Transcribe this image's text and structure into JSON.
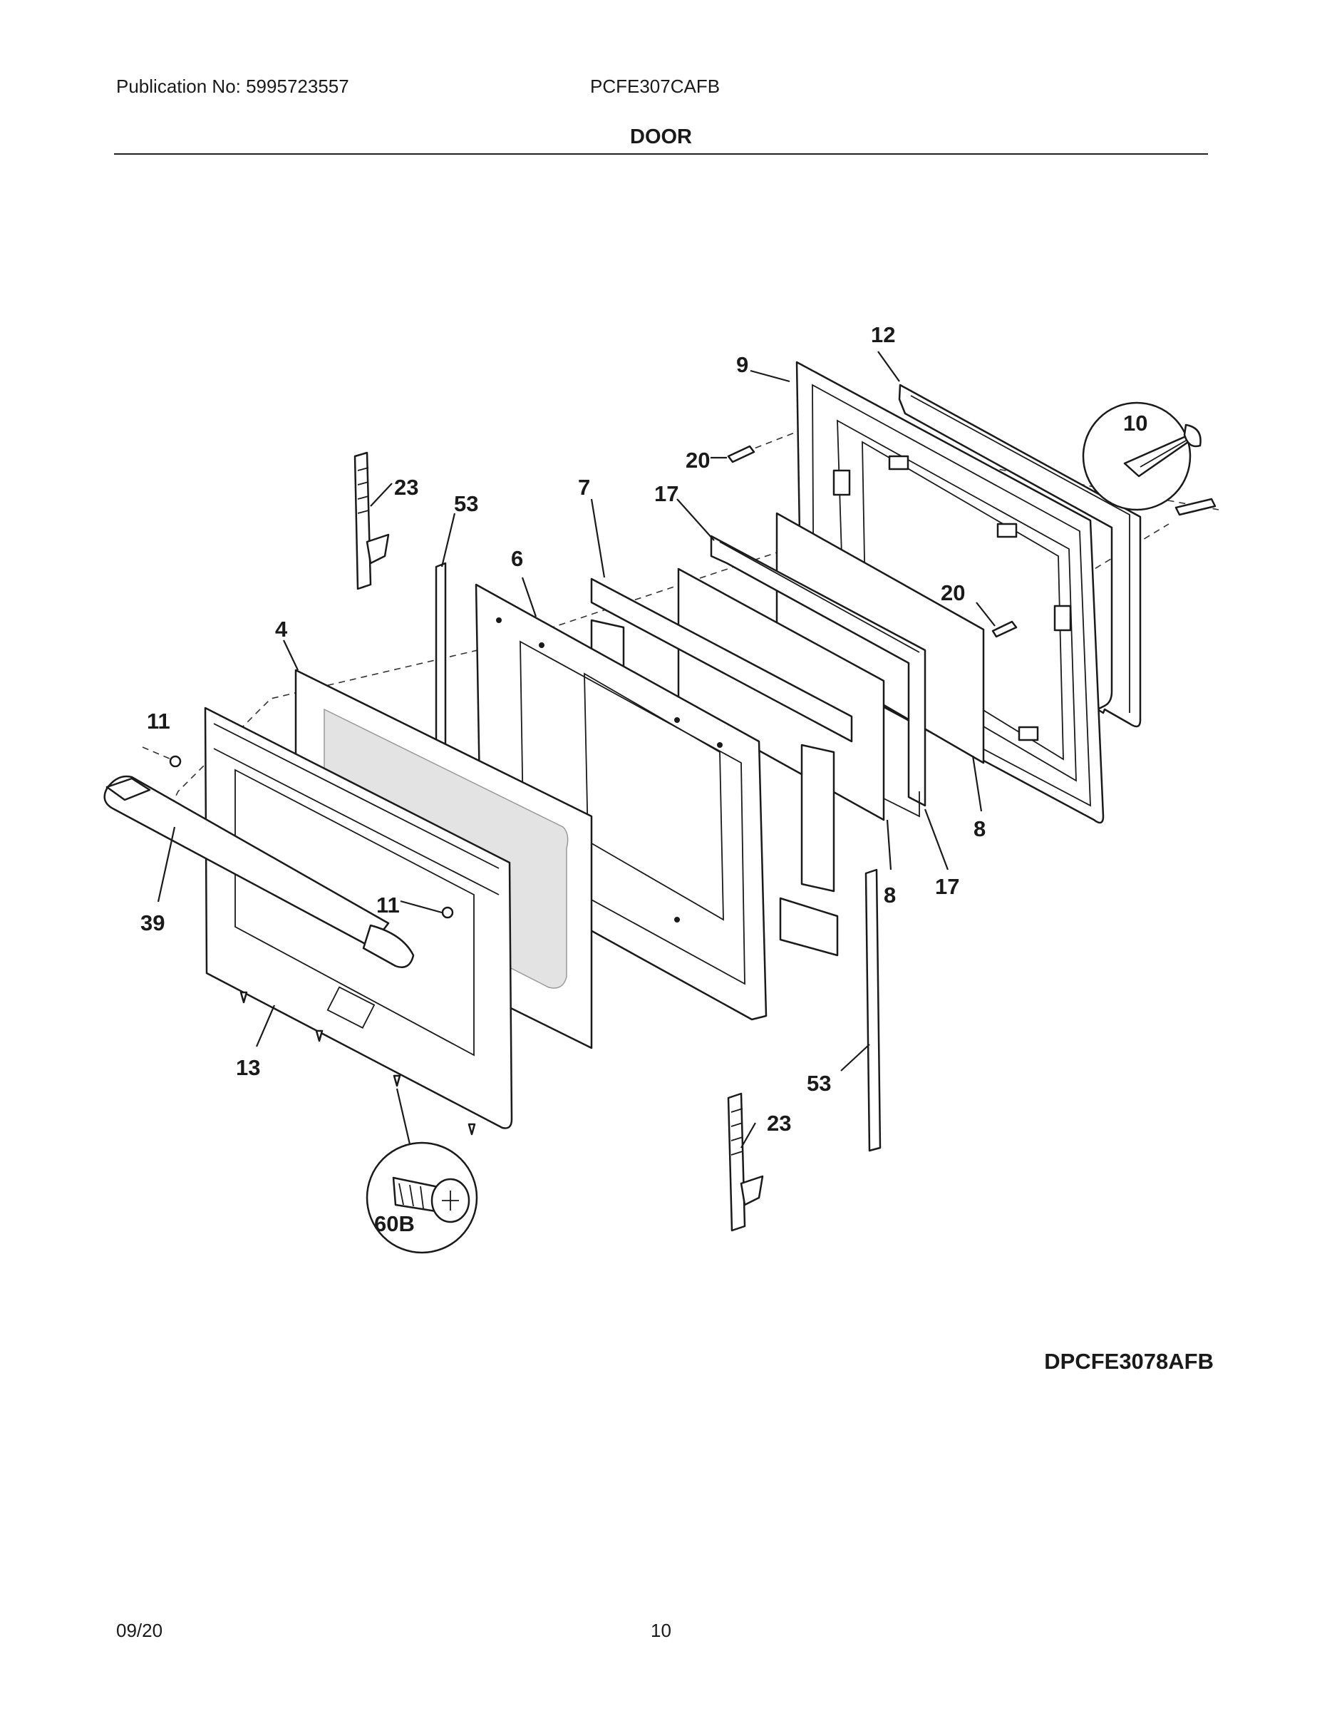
{
  "header": {
    "publication": "Publication No: 5995723557",
    "model": "PCFE307CAFB",
    "section": "DOOR"
  },
  "diagram": {
    "code": "DPCFE3078AFB",
    "callouts": {
      "c12": "12",
      "c9": "9",
      "c10": "10",
      "c20a": "20",
      "c20b": "20",
      "c23a": "23",
      "c23b": "23",
      "c53a": "53",
      "c53b": "53",
      "c7": "7",
      "c17a": "17",
      "c17b": "17",
      "c6": "6",
      "c4": "4",
      "c11a": "11",
      "c11b": "11",
      "c8a": "8",
      "c8b": "8",
      "c39": "39",
      "c13": "13",
      "c60b": "60B"
    }
  },
  "footer": {
    "date": "09/20",
    "page": "10"
  }
}
